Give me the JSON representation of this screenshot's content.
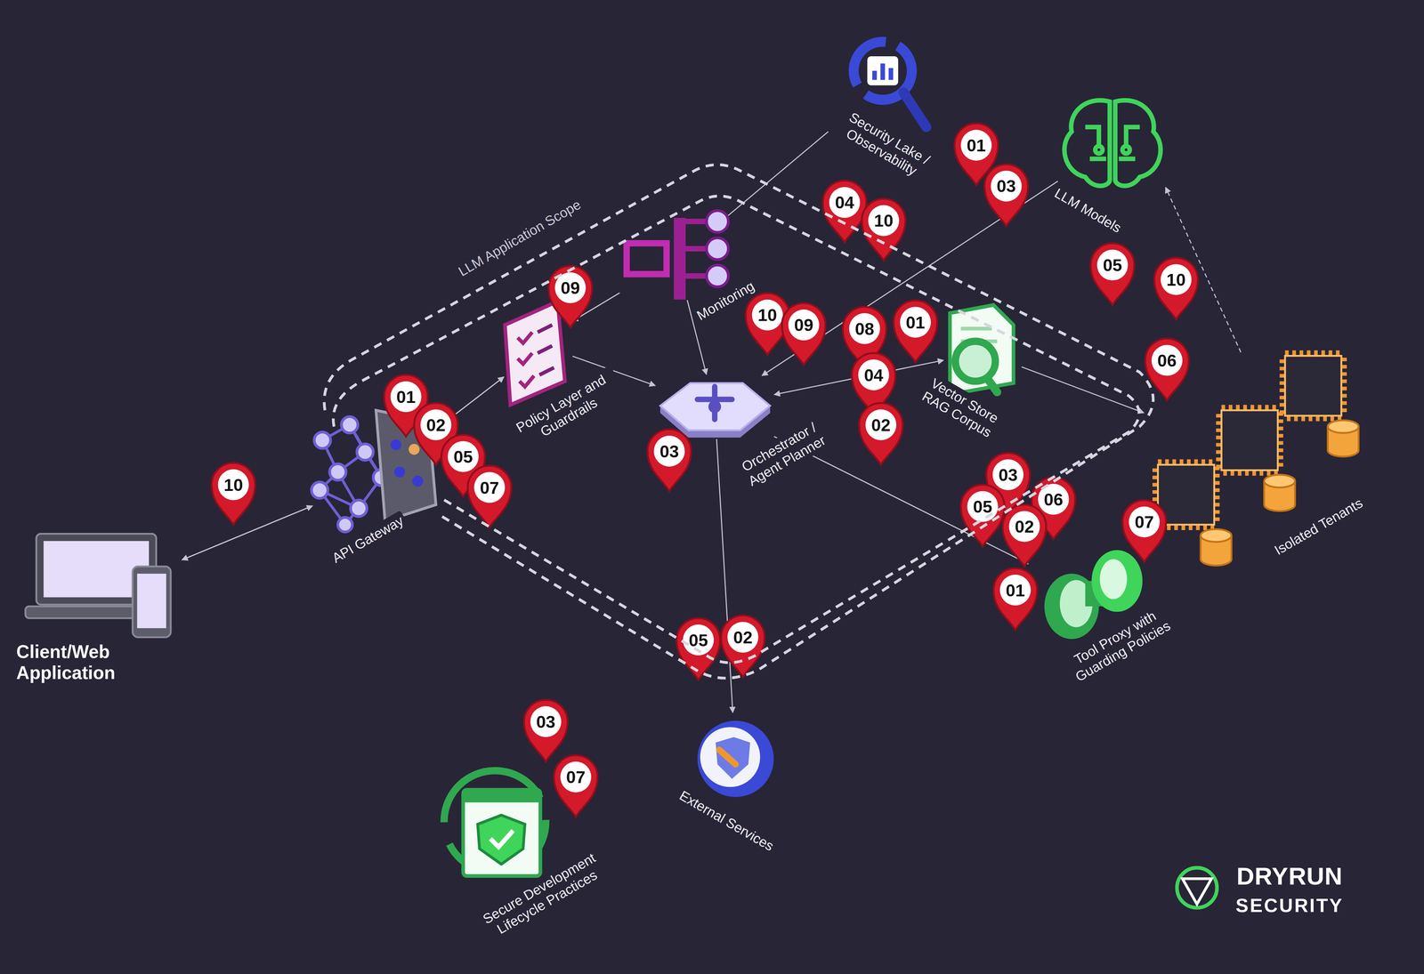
{
  "diagram": {
    "nodes": [
      {
        "text": [
          "LLM Application Scope"
        ]
      },
      {
        "text": [
          "API Gateway"
        ],
        "in": 0
      },
      {
        "text": [
          "Policy Layer and Guardrails"
        ],
        "in": 0
      },
      {
        "text": [
          "Monitoring"
        ],
        "in": 0
      },
      {
        "text": [
          "Orchestrator / Agent Planner"
        ],
        "in": 0
      },
      {
        "text": [
          "Vector Store RAG Corpus"
        ],
        "in": 0
      },
      {
        "text": [
          "Client/Web Application"
        ]
      },
      {
        "text": [
          "Security Lake / Observability"
        ]
      },
      {
        "text": [
          "LLM Models"
        ]
      },
      {
        "text": [
          "Isolated Tenants"
        ]
      },
      {
        "text": [
          "Tool Proxy with Guarding Policies"
        ]
      },
      {
        "text": [
          "External Services"
        ]
      },
      {
        "text": [
          "Secure Development Lifecycle Practices"
        ]
      }
    ],
    "edges": [
      {
        "from": 1,
        "to": 6,
        "arrow": "to"
      },
      {
        "from": 6,
        "to": 1,
        "arrow": "to"
      },
      {
        "from": 2,
        "to": 1,
        "arrow": "to"
      },
      {
        "from": 1,
        "to": 2,
        "arrow": "to"
      },
      {
        "from": 3,
        "to": 2,
        "arrow": "to"
      },
      {
        "from": 3,
        "to": 4,
        "arrow": "to"
      },
      {
        "from": 2,
        "to": 4,
        "arrow": "to"
      },
      {
        "from": 3,
        "to": 7,
        "arrow": "to"
      },
      {
        "from": 8,
        "to": 4,
        "arrow": "to"
      },
      {
        "from": 4,
        "to": 5,
        "arrow": "both"
      },
      {
        "from": 5,
        "to": 9,
        "arrow": "to"
      },
      {
        "from": 4,
        "to": 10,
        "arrow": "to"
      },
      {
        "from": 4,
        "to": 11,
        "arrow": "to"
      },
      {
        "from": 9,
        "to": 8,
        "arrow": "to"
      }
    ],
    "labels": [
      "01",
      "03",
      "04",
      "10",
      "05",
      "10",
      "09",
      "10",
      "09",
      "08",
      "01",
      "06",
      "04",
      "01",
      "02",
      "02",
      "03",
      "05",
      "03",
      "10",
      "07",
      "06",
      "05",
      "07",
      "02",
      "01",
      "02",
      "05",
      "03",
      "07",
      "DRYRUN",
      "SECURITY"
    ]
  }
}
